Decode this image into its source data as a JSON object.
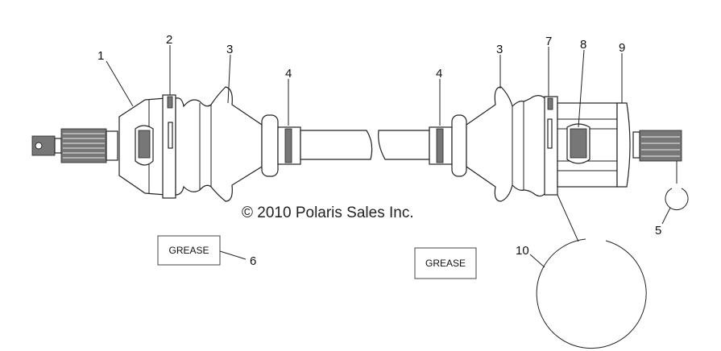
{
  "copyright": "© 2010 Polaris Sales Inc.",
  "callouts": [
    "1",
    "2",
    "3",
    "4",
    "4",
    "3",
    "7",
    "8",
    "9",
    "5",
    "6",
    "10"
  ],
  "grease_labels": [
    "GREASE",
    "GREASE"
  ]
}
